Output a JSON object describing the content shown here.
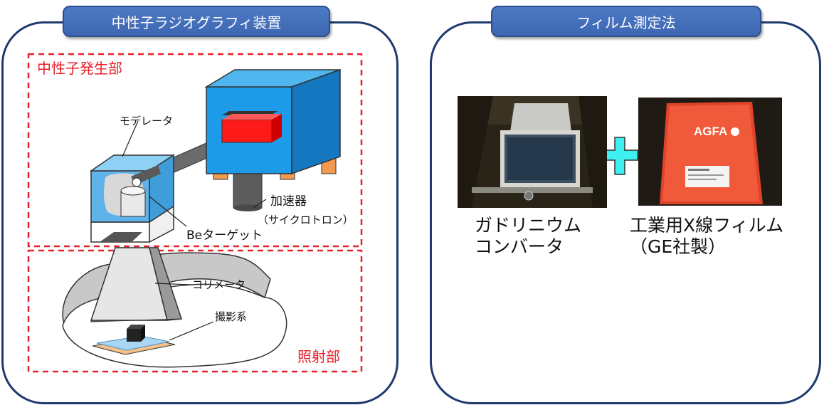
{
  "left_panel": {
    "title": "中性子ラジオグラフィ装置",
    "section_generation": "中性子発生部",
    "section_irradiation": "照射部",
    "labels": {
      "moderator": "モデレータ",
      "accelerator": "加速器",
      "accelerator_sub": "（サイクロトロン）",
      "target": "Beターゲット",
      "collimator": "コリメータ",
      "imaging": "撮影系"
    }
  },
  "right_panel": {
    "title": "フィルム測定法",
    "converter_caption_line1": "ガドリニウム",
    "converter_caption_line2": "コンバータ",
    "film_caption_line1": "工業用X線フィルム",
    "film_caption_line2": "（GE社製）",
    "film_brand": "AGFA"
  },
  "colors": {
    "frame": "#1f3a6e",
    "tab": "#4370bd",
    "dashed_red": "#e8202a",
    "cyan_plus": "#3ff0f0",
    "blue_block": "#1e9be8",
    "red_block": "#ff1a1a",
    "orange_legs": "#f29b50"
  }
}
